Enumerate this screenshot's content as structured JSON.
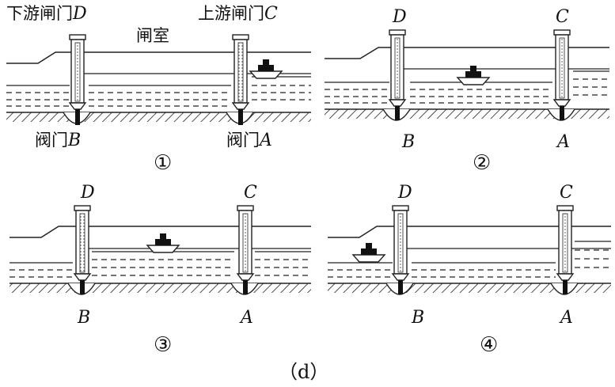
{
  "panels": [
    {
      "number": "①",
      "gate_d_label": "下游闸门",
      "gate_d_letter": "D",
      "gate_c_label": "上游闸门",
      "gate_c_letter": "C",
      "chamber_label": "闸室",
      "valve_b_label": "阀门",
      "valve_b_letter": "B",
      "valve_a_label": "阀门",
      "valve_a_letter": "A"
    },
    {
      "number": "②",
      "gate_d_letter": "D",
      "gate_c_letter": "C",
      "valve_b_letter": "B",
      "valve_a_letter": "A"
    },
    {
      "number": "③",
      "gate_d_letter": "D",
      "gate_c_letter": "C",
      "valve_b_letter": "B",
      "valve_a_letter": "A"
    },
    {
      "number": "④",
      "gate_d_letter": "D",
      "gate_c_letter": "C",
      "valve_b_letter": "B",
      "valve_a_letter": "A"
    }
  ],
  "caption": "（d）"
}
